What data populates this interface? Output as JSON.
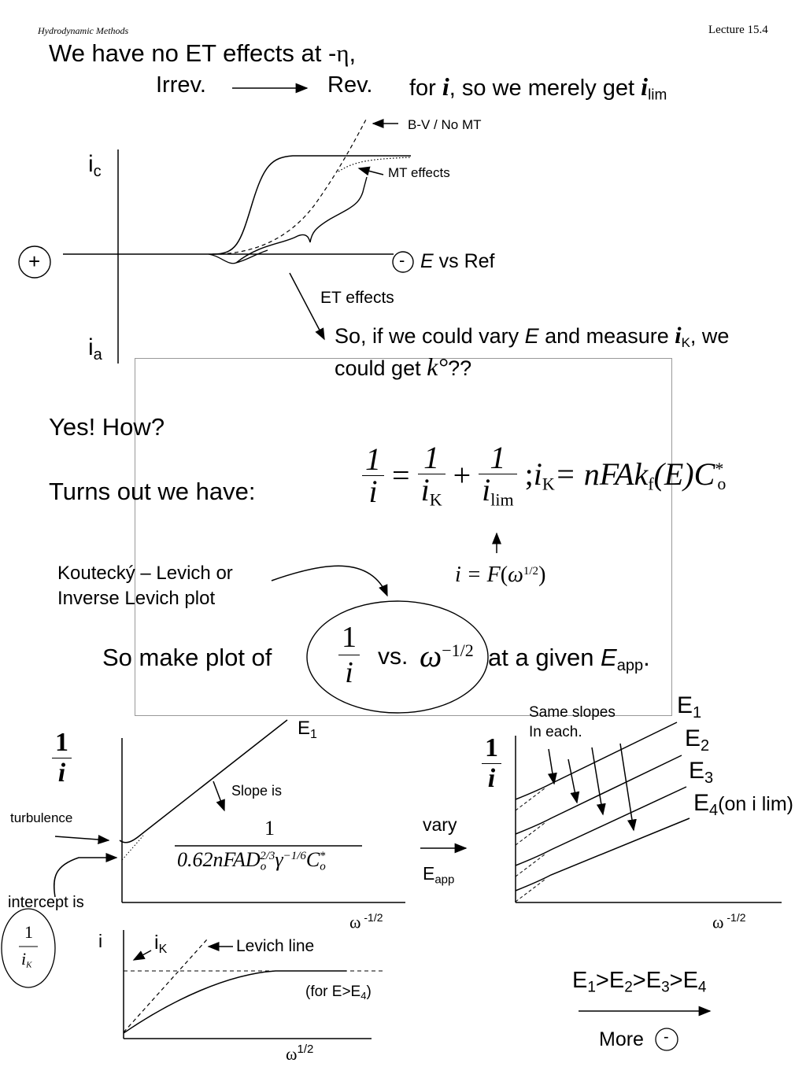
{
  "header": {
    "left": "Hydrodynamic Methods",
    "right": "Lecture 15.4"
  },
  "title": {
    "line1_prefix": "We have no ET effects at  -",
    "line1_eta": "η",
    "line1_suffix": ",",
    "irrev": "Irrev.",
    "rev": "Rev.",
    "for": "for ",
    "i": "i",
    "merely": ", so we merely get ",
    "ilim_i": "i",
    "ilim_sub": "lim"
  },
  "top_plot": {
    "ic": "i",
    "ic_sub": "c",
    "ia": "i",
    "ia_sub": "a",
    "plus": "+",
    "minus": "-",
    "E": "E",
    "vs_ref": " vs Ref",
    "bv_label": "B-V / No MT",
    "mt_label": "MT effects",
    "et_label": "ET effects"
  },
  "so_if": {
    "t1": "So, if we could vary ",
    "E": "E",
    "t2": " and measure ",
    "iK_i": "i",
    "iK_sub": "K",
    "t3": ", we",
    "line2": "could get ",
    "k": "k°",
    "q": "??"
  },
  "yes_how": "Yes!  How?",
  "turns_out": "Turns out we have:",
  "equation": {
    "one": "1",
    "i": "i",
    "iK_sub": "K",
    "ilim_sub": "lim",
    "rhs": "= nFAk",
    "kf_sub": "f",
    "E_paren": "(E)",
    "C": "C",
    "C_sup": "*",
    "C_sub": "o",
    "i_eq_F": "i = F",
    "omega_half": "ω",
    "half_sup": "1/2"
  },
  "kl": {
    "line1": "Koutecký – Levich or",
    "line2": "Inverse Levich plot"
  },
  "make_plot": {
    "prefix": "So make plot of",
    "vs": "vs.",
    "omega": "ω",
    "exp": "−1/2",
    "suffix": "at a given ",
    "E": "E",
    "E_sub": "app",
    "period": "."
  },
  "left_plot": {
    "E1": "E",
    "E1_sub": "1",
    "slope_is": "Slope is",
    "slope_num": "1",
    "slope_den": "0.62nFAD",
    "turbulence": "turbulence",
    "intercept": "intercept is",
    "x_label": "ω",
    "x_exp": " -1/2"
  },
  "vary": {
    "vary": "vary",
    "E": "E",
    "E_sub": "app"
  },
  "right_plot": {
    "same_slopes_1": "Same slopes",
    "same_slopes_2": "In each.",
    "E_labels": [
      "1",
      "2",
      "3",
      "4"
    ],
    "E4_note": "(on i lim)",
    "x_label": "ω",
    "x_exp": " -1/2"
  },
  "levich_plot": {
    "i": "i",
    "iK": "i",
    "iK_sub": "K",
    "levich_line": "Levich line",
    "for_E_prefix": "(for E>E",
    "for_E_sub": "4",
    "for_E_suffix": ")",
    "x_label": "ω",
    "x_exp": "1/2"
  },
  "order": {
    "text": "E",
    "subs": [
      "1",
      "2",
      "3",
      "4"
    ],
    "more": "More",
    "minus": "-"
  }
}
